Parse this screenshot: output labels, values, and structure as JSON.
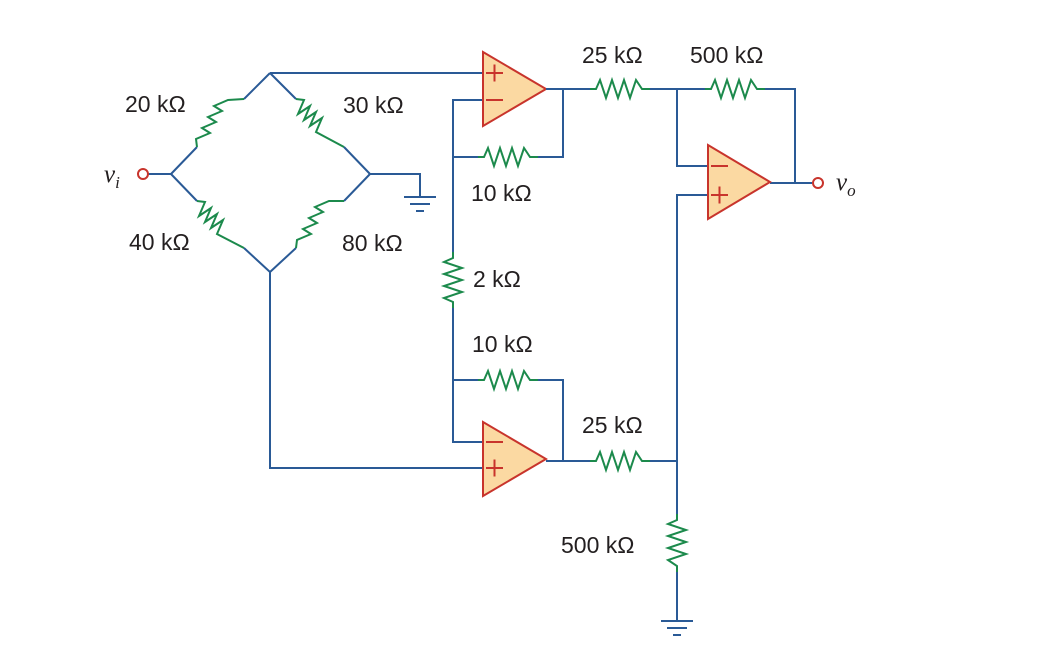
{
  "resistors": {
    "bridge_top_left": "20 kΩ",
    "bridge_top_right": "30 kΩ",
    "bridge_bottom_left": "40 kΩ",
    "bridge_bottom_right": "80 kΩ",
    "top_amp_feedback": "10 kΩ",
    "gain_resistor": "2 kΩ",
    "bottom_amp_feedback": "10 kΩ",
    "top_input_25k": "25 kΩ",
    "top_feedback_500k": "500 kΩ",
    "bottom_input_25k": "25 kΩ",
    "bottom_ground_500k": "500 kΩ"
  },
  "terminals": {
    "input_symbol": "v",
    "input_subscript": "i",
    "output_symbol": "v",
    "output_subscript": "o"
  },
  "opamp_pins": {
    "plus": "+",
    "minus": "−"
  },
  "colors": {
    "wire": "#2a5a96",
    "resistor": "#1c8a4c",
    "opamp_fill": "#fbd9a2",
    "opamp_outline": "#c8342c",
    "terminal": "#c8342c",
    "text": "#231f20"
  }
}
